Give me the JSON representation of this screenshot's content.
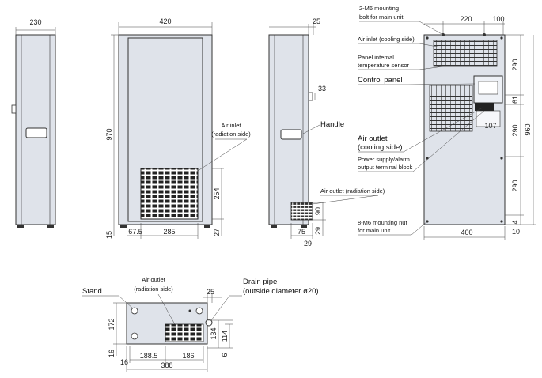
{
  "dimensions": {
    "left_width": "230",
    "front_width": "420",
    "front_height": "970",
    "front_base": "15",
    "grille_offset": "67.5",
    "grille_width": "285",
    "grille_height": "254",
    "grille_bottom": "27",
    "side_depth": "25",
    "side_handle_offset": "33",
    "side_outlet_w": "75",
    "side_outlet_h": "90",
    "side_outlet_bottom": "29",
    "side_outlet_base": "29",
    "rear_w1": "220",
    "rear_w2": "100",
    "rear_seg1": "290",
    "rear_seg2": "61",
    "rear_seg3": "290",
    "rear_seg4": "290",
    "rear_total": "960",
    "rear_bottom_a": "4",
    "rear_bottom_b": "10",
    "rear_width": "400",
    "terminal_dim": "107",
    "bottom_depth": "172",
    "bottom_left_a": "16",
    "bottom_left_b": "16",
    "bottom_w1": "188.5",
    "bottom_w2": "186",
    "bottom_total": "388",
    "bottom_pipe": "25",
    "bottom_h1": "134",
    "bottom_h2": "114",
    "bottom_h3": "6"
  },
  "labels": {
    "air_inlet_line1": "Air inlet",
    "air_inlet_line2": "(radiation side)",
    "handle": "Handle",
    "air_outlet_side": "Air outlet (radiation side)",
    "mount_bolt_line1": "2-M6 mounting",
    "mount_bolt_line2": "bolt for main unit",
    "air_inlet_cooling": "Air inlet (cooling side)",
    "panel_temp_line1": "Panel internal",
    "panel_temp_line2": "temperature sensor",
    "control_panel": "Control panel",
    "air_outlet_cooling_line1": "Air outlet",
    "air_outlet_cooling_line2": "(cooling side)",
    "power_supply_line1": "Power supply/alarm",
    "power_supply_line2": "output terminal block",
    "mount_nut_line1": "8-M6 mounting nut",
    "mount_nut_line2": "for main unit",
    "stand": "Stand",
    "air_outlet_bottom_line1": "Air outlet",
    "air_outlet_bottom_line2": "(radiation side)",
    "drain_pipe_line1": "Drain pipe",
    "drain_pipe_line2": "(outside diameter ø20)"
  }
}
